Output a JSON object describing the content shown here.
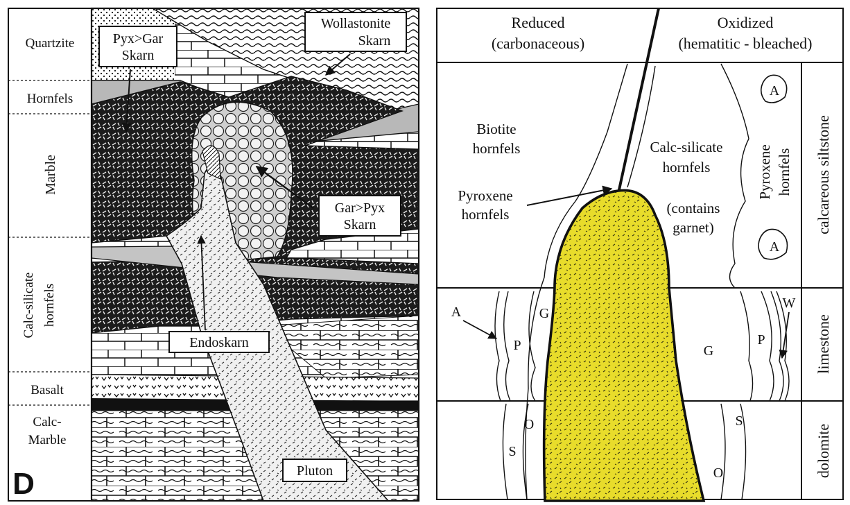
{
  "left_panel": {
    "panel_letter": "D",
    "column_units": [
      "Quartzite",
      "Hornfels",
      "Marble",
      "Calc-silicate hornfels",
      "Basalt",
      "Calc-Marble"
    ],
    "unit_lines": {
      "quartzite": "Quartzite",
      "hornfels": "Hornfels",
      "marble": "Marble",
      "calc_silicate_1": "Calc-silicate",
      "calc_silicate_2": "hornfels",
      "basalt": "Basalt",
      "calc_marble_1": "Calc-",
      "calc_marble_2": "Marble"
    },
    "labels": {
      "pyx_gar_1": "Pyx>Gar",
      "pyx_gar_2": "Skarn",
      "wollastonite_1": "Wollastonite",
      "wollastonite_2": "Skarn",
      "gar_pyx_1": "Gar>Pyx",
      "gar_pyx_2": "Skarn",
      "endoskarn": "Endoskarn",
      "pluton": "Pluton"
    }
  },
  "right_panel": {
    "headers": {
      "reduced_1": "Reduced",
      "reduced_2": "(carbonaceous)",
      "oxidized_1": "Oxidized",
      "oxidized_2": "(hematitic - bleached)"
    },
    "rock_units": [
      "calcareous siltstone",
      "limestone",
      "dolomite"
    ],
    "zone_labels": {
      "biotite_1": "Biotite",
      "biotite_2": "hornfels",
      "pyroxene_left_1": "Pyroxene",
      "pyroxene_left_2": "hornfels",
      "calc_sil_1": "Calc-silicate",
      "calc_sil_2": "hornfels",
      "contains_1": "(contains",
      "contains_2": "garnet)",
      "pyroxene_vert_1": "Pyroxene",
      "pyroxene_vert_2": "hornfels",
      "A": "A",
      "P": "P",
      "G": "G",
      "W": "W",
      "S": "S",
      "O": "O"
    },
    "colors": {
      "intrusion_fill": "#e8dc2b",
      "intrusion_dots": "#3a3a10"
    }
  }
}
